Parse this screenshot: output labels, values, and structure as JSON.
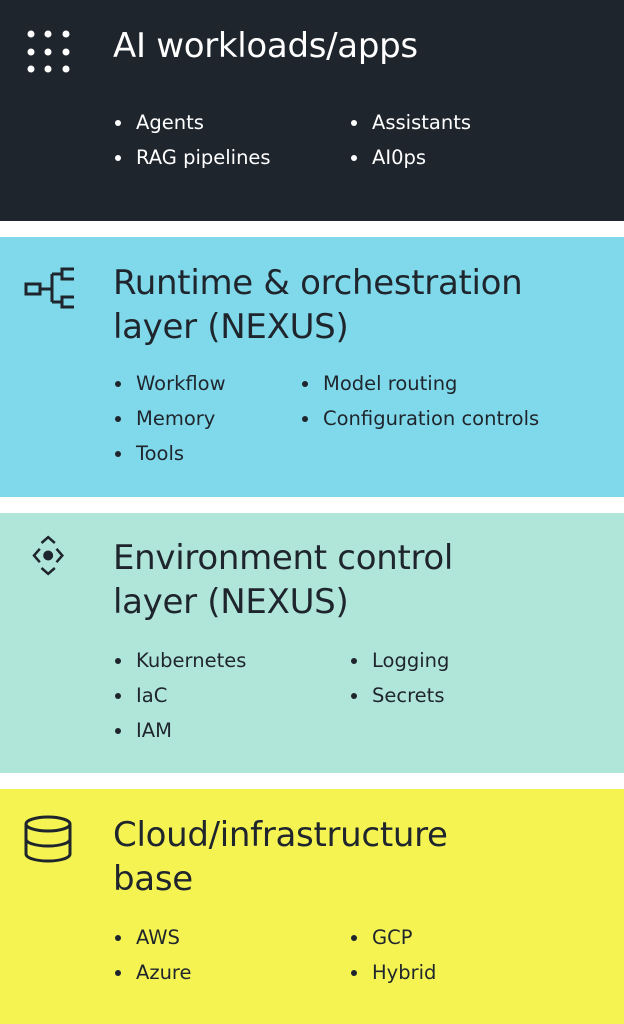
{
  "layers": [
    {
      "title_lines": [
        "AI workloads/apps"
      ],
      "icon": "grid-dots-icon",
      "color": "#1f252d",
      "col1": [
        "Agents",
        "RAG pipelines"
      ],
      "col2": [
        "Assistants",
        "AI0ps"
      ]
    },
    {
      "title_lines": [
        "Runtime & orchestration",
        "layer (NEXUS)"
      ],
      "icon": "hierarchy-icon",
      "color": "#80d9ea",
      "col1": [
        "Workflow",
        "Memory",
        "Tools"
      ],
      "col2": [
        "Model routing",
        "Configuration controls"
      ]
    },
    {
      "title_lines": [
        "Environment control",
        "layer (NEXUS)"
      ],
      "icon": "target-diamond-icon",
      "color": "#b0e6da",
      "col1": [
        "Kubernetes",
        "IaC",
        "IAM"
      ],
      "col2": [
        "Logging",
        "Secrets"
      ]
    },
    {
      "title_lines": [
        "Cloud/infrastructure",
        "base"
      ],
      "icon": "database-icon",
      "color": "#f5f351",
      "col1": [
        "AWS",
        "Azure"
      ],
      "col2": [
        "GCP",
        "Hybrid"
      ]
    }
  ]
}
